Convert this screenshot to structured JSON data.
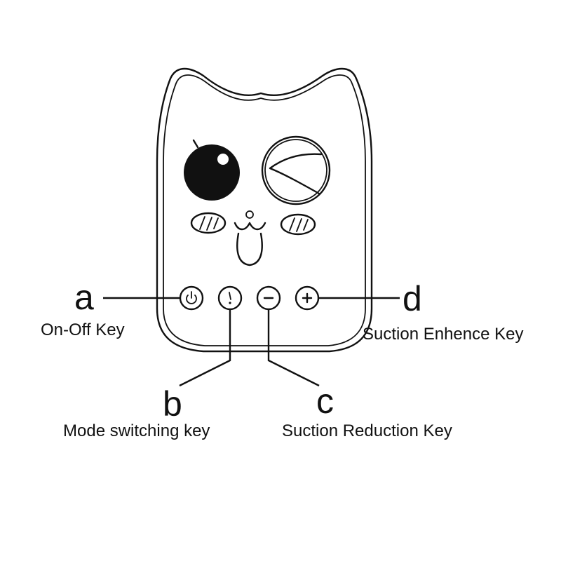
{
  "callouts": {
    "a": {
      "letter": "a",
      "label": "On-Off Key"
    },
    "b": {
      "letter": "b",
      "label": "Mode switching key"
    },
    "c": {
      "letter": "c",
      "label": "Suction Reduction Key"
    },
    "d": {
      "letter": "d",
      "label": "Suction Enhence Key"
    }
  },
  "buttons": [
    {
      "key": "a",
      "icon": "power-icon"
    },
    {
      "key": "b",
      "icon": "mode-icon"
    },
    {
      "key": "c",
      "icon": "minus-icon"
    },
    {
      "key": "d",
      "icon": "plus-icon"
    }
  ],
  "colors": {
    "line": "#111111",
    "background": "#ffffff"
  }
}
